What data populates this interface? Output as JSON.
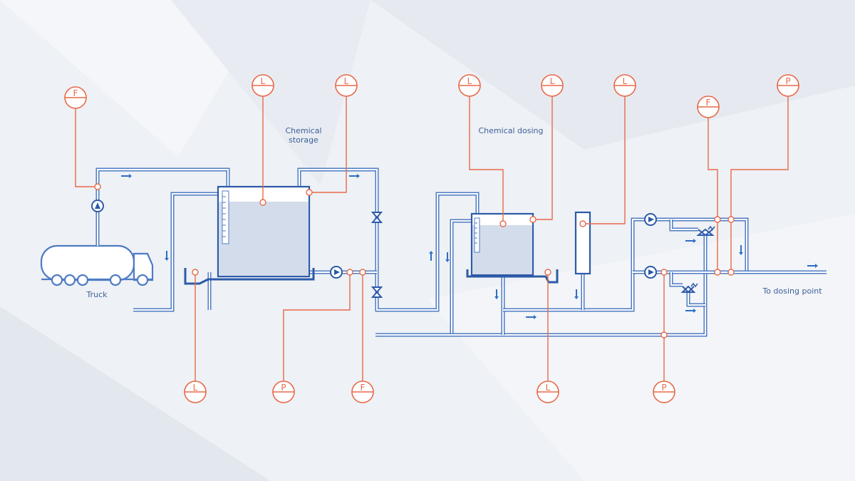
{
  "labels": {
    "storage_line1": "Chemical",
    "storage_line2": "storage",
    "dosing": "Chemical dosing",
    "truck": "Truck",
    "outlet": "To dosing point"
  },
  "instruments": [
    {
      "id": "top-truck-flow",
      "letter": "F"
    },
    {
      "id": "top-storage-level-1",
      "letter": "L"
    },
    {
      "id": "top-storage-level-2",
      "letter": "L"
    },
    {
      "id": "top-dosing-level-1",
      "letter": "L"
    },
    {
      "id": "top-dosing-level-2",
      "letter": "L"
    },
    {
      "id": "top-calibration-level",
      "letter": "L"
    },
    {
      "id": "top-outlet-flow",
      "letter": "F"
    },
    {
      "id": "top-outlet-pressure",
      "letter": "P"
    },
    {
      "id": "bottom-sump-level",
      "letter": "L"
    },
    {
      "id": "bottom-discharge-pressure",
      "letter": "P"
    },
    {
      "id": "bottom-discharge-flow",
      "letter": "F"
    },
    {
      "id": "bottom-dosing-sump-level",
      "letter": "L"
    },
    {
      "id": "bottom-dosing-pressure",
      "letter": "P"
    }
  ],
  "colors": {
    "pipe": "#4f7bc4",
    "instrument": "#e8694a",
    "liquid": "#d3dceb",
    "background": "#eef1f5"
  }
}
